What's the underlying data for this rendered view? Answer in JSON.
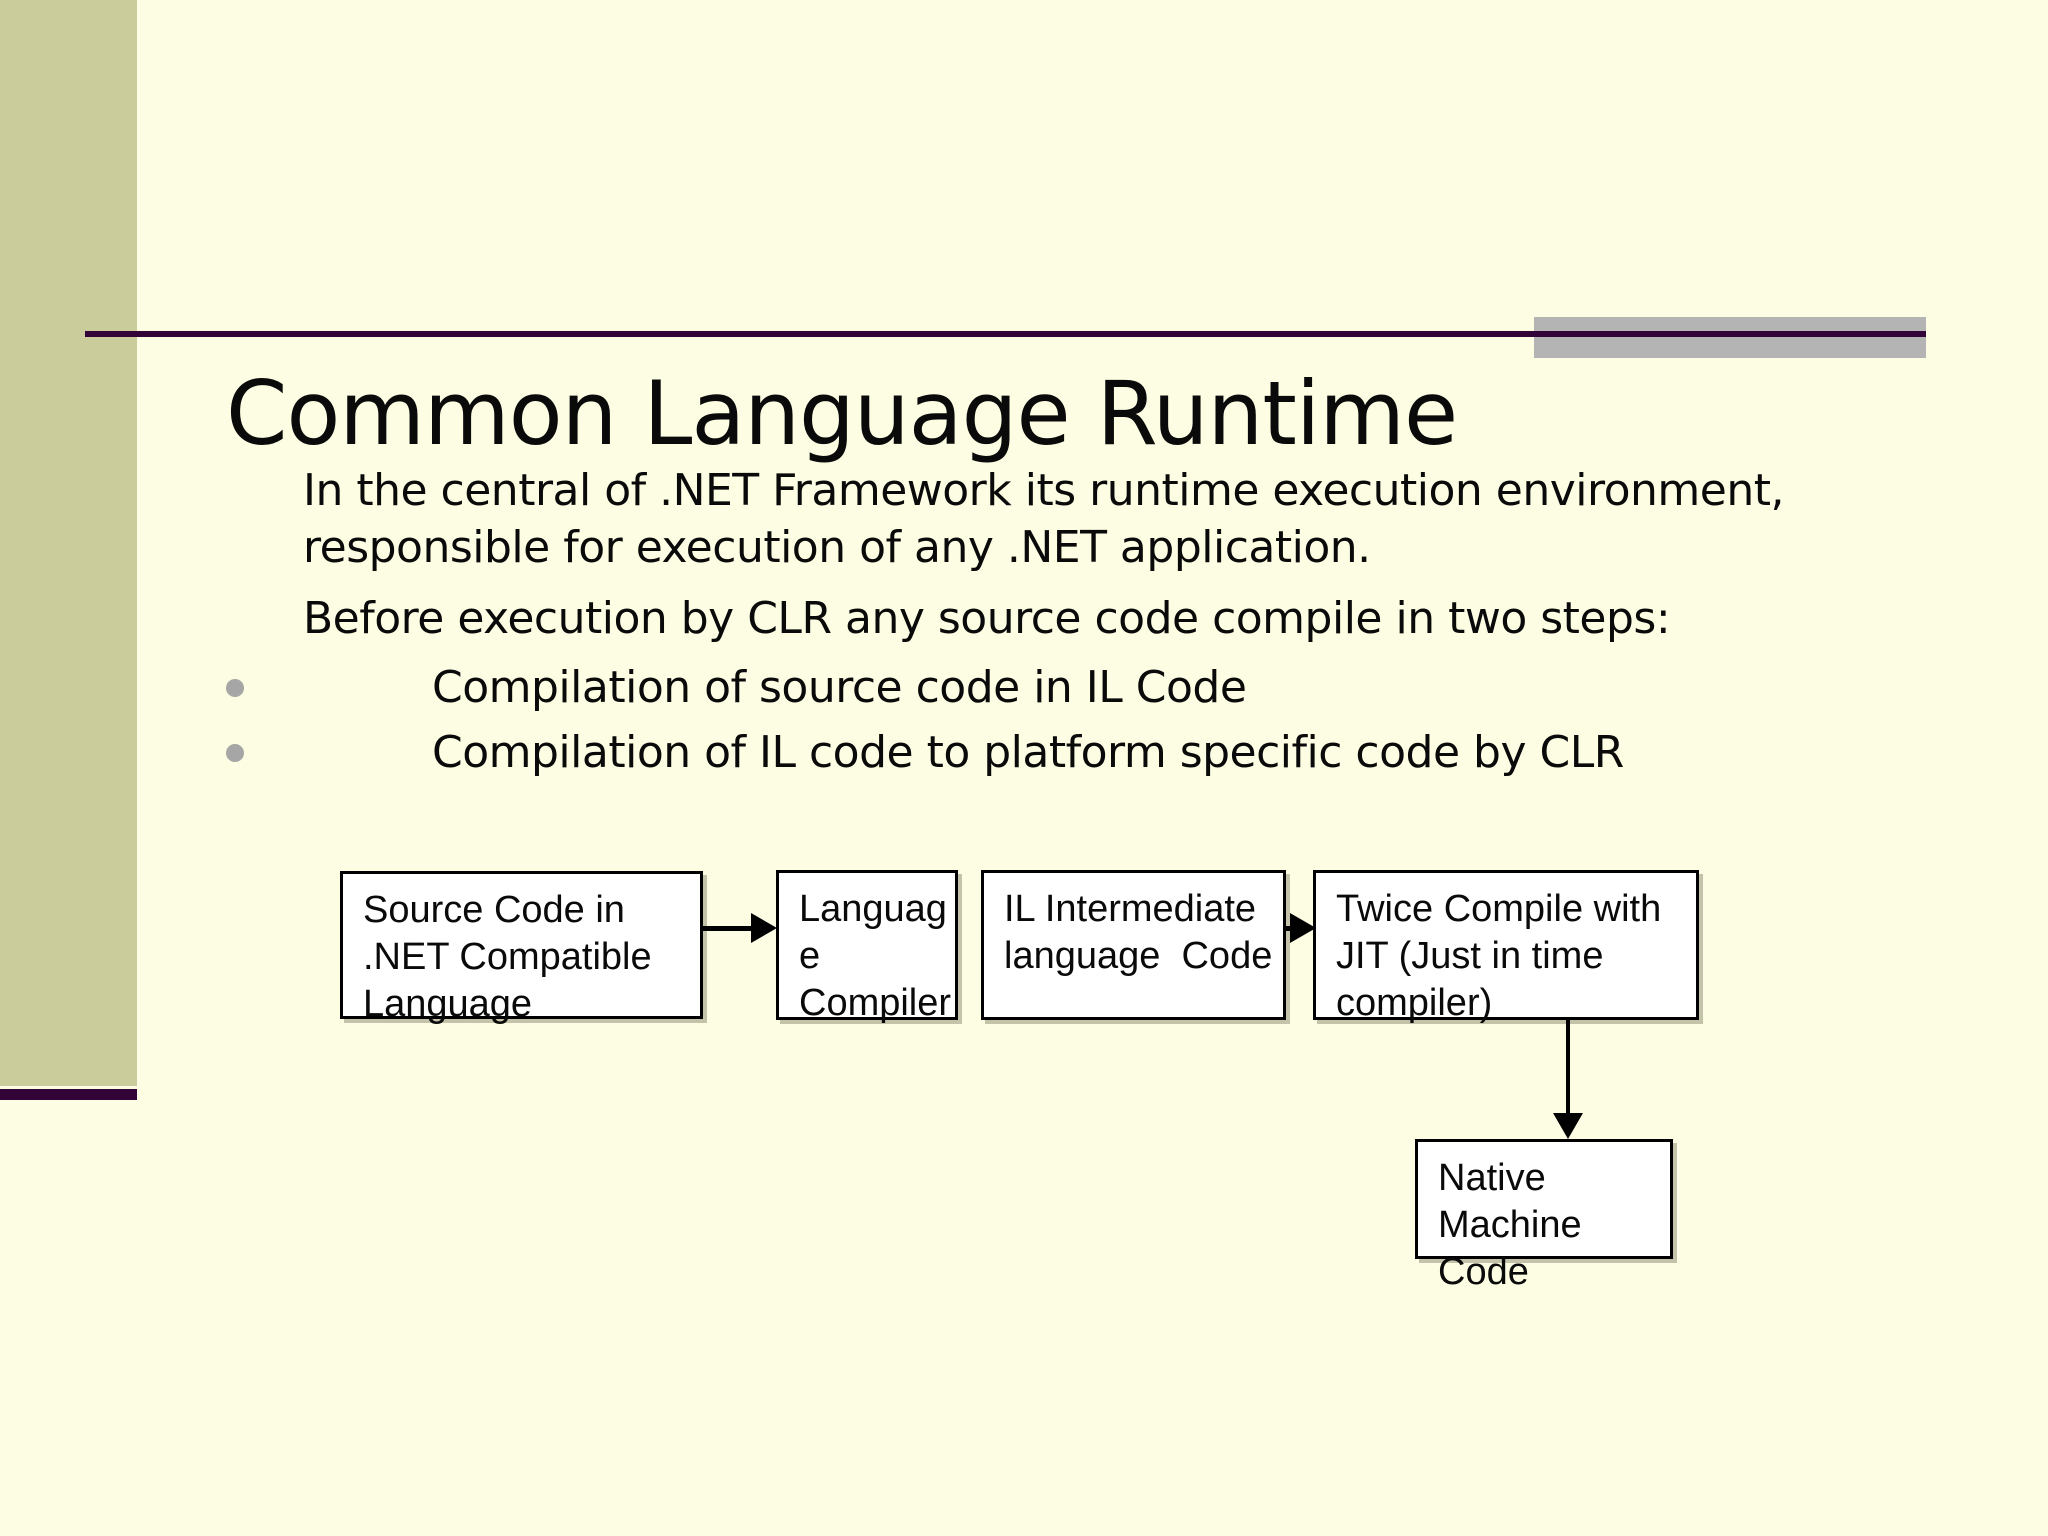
{
  "slide": {
    "title": "Common Language Runtime",
    "paragraphs": [
      "In the central of .NET Framework its runtime execution environment,\nresponsible for execution of any .NET application.",
      "Before execution by CLR any source code compile in two steps:"
    ],
    "bullets": [
      "Compilation of source code in IL Code",
      "Compilation of IL code to platform specific code by CLR"
    ],
    "flowchart": {
      "boxes": [
        {
          "id": "source",
          "label": "Source Code in\n.NET Compatible\nLanguage"
        },
        {
          "id": "compiler",
          "label": "Languag\ne\nCompiler"
        },
        {
          "id": "il",
          "label": "IL Intermediate\nlanguage  Code"
        },
        {
          "id": "jit",
          "label": "Twice Compile with\nJIT (Just in time\ncompiler)"
        },
        {
          "id": "native",
          "label": "Native\nMachine\nCode"
        }
      ]
    },
    "colors": {
      "background": "#FCFDE3",
      "sidebar": "#CACC9B",
      "accent_rule": "#330438",
      "gray_accent": "#B4B4B4",
      "bullet_dot": "#A6A6A6",
      "box_background": "#FFFFFF",
      "box_border": "#000000",
      "text": "#0A0A0A"
    }
  }
}
